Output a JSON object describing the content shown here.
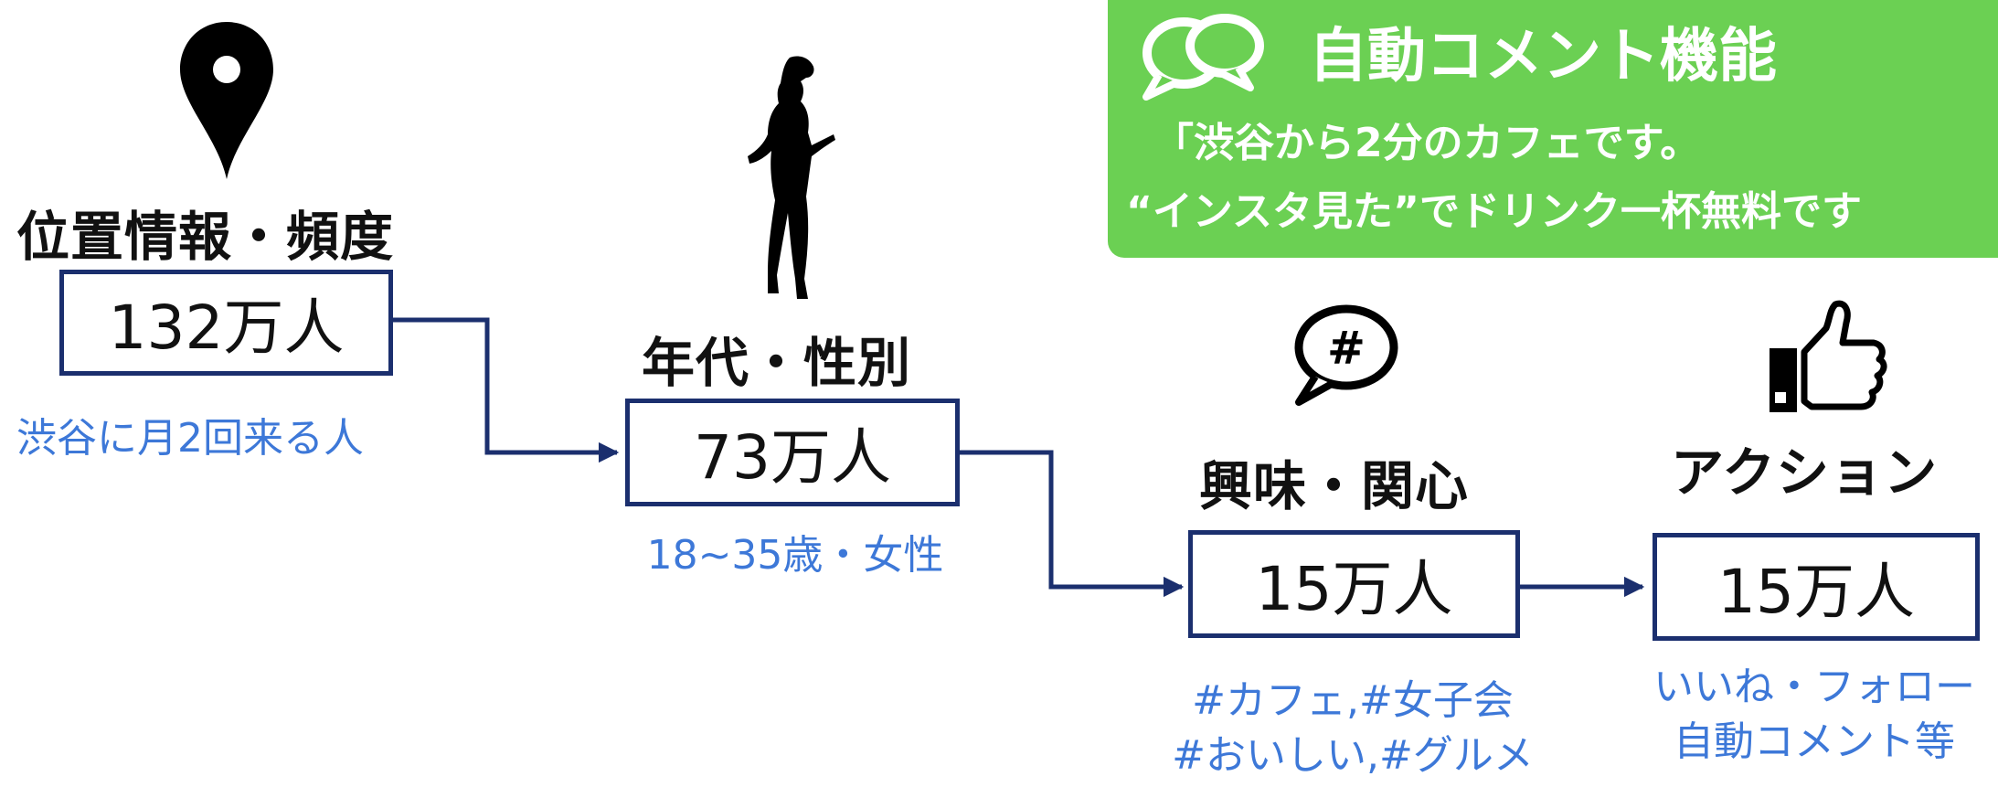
{
  "banner": {
    "title": "自動コメント機能",
    "line1": "「渋谷から2分のカフェです。",
    "line2": "“インスタ見た”でドリンク一杯無料です",
    "icon": "speech-bubbles-icon"
  },
  "stages": [
    {
      "heading": "位置情報・頻度",
      "count": "132万人",
      "caption": [
        "渋谷に月2回来る人"
      ],
      "icon": "location-pin-icon"
    },
    {
      "heading": "年代・性別",
      "count": "73万人",
      "caption": [
        "18~35歳・女性"
      ],
      "icon": "woman-silhouette-icon"
    },
    {
      "heading": "興味・関心",
      "count": "15万人",
      "caption": [
        "#カフェ,#女子会",
        "#おいしい,#グルメ"
      ],
      "icon": "hashtag-bubble-icon"
    },
    {
      "heading": "アクション",
      "count": "15万人",
      "caption": [
        "いいね・フォロー",
        "自動コメント等"
      ],
      "icon": "thumbs-up-icon"
    }
  ],
  "colors": {
    "box_border": "#1b2f6e",
    "arrow": "#1b2f6e",
    "caption": "#3d78d8",
    "banner": "#6bd053",
    "heading": "#111111"
  }
}
